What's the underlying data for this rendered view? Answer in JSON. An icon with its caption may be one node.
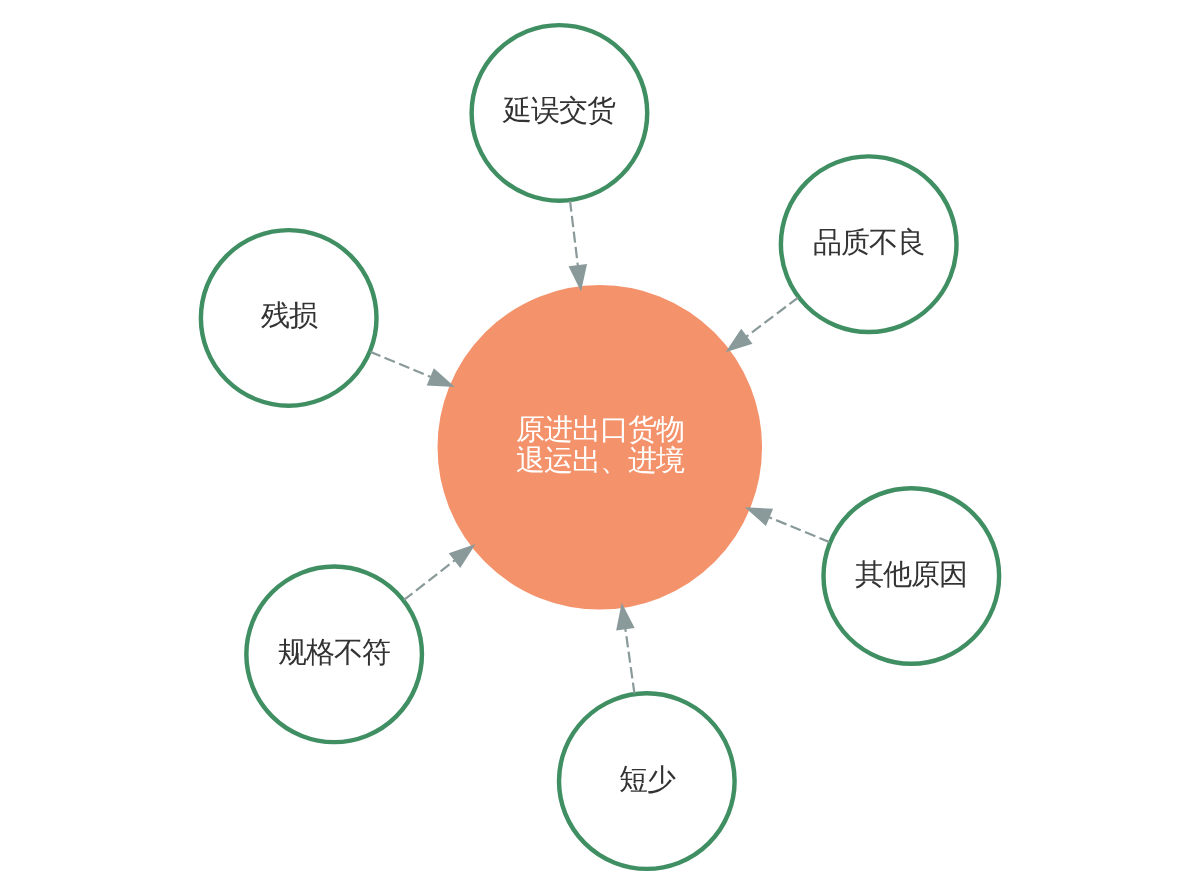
{
  "diagram": {
    "nodes": [
      {
        "text": [
          "残损"
        ]
      },
      {
        "text": [
          "其他原因"
        ]
      },
      {
        "text": [
          "短少"
        ]
      },
      {
        "text": [
          "原进出口货物退运出、进境"
        ]
      },
      {
        "text": [
          "品质不良"
        ]
      },
      {
        "text": [
          "延误交货"
        ]
      },
      {
        "text": [
          "规格不符"
        ]
      }
    ],
    "edges": [
      {
        "from": 0,
        "to": 3,
        "arrow": "to",
        "style": "dashed"
      },
      {
        "from": 2,
        "to": 3,
        "arrow": "to",
        "style": "dashed"
      },
      {
        "from": 1,
        "to": 3,
        "arrow": "to",
        "style": "dashed"
      },
      {
        "from": 4,
        "to": 3,
        "arrow": "to",
        "style": "dashed"
      },
      {
        "from": 5,
        "to": 3,
        "arrow": "to",
        "style": "dashed"
      },
      {
        "from": 6,
        "to": 3,
        "arrow": "to",
        "style": "dashed"
      }
    ]
  }
}
